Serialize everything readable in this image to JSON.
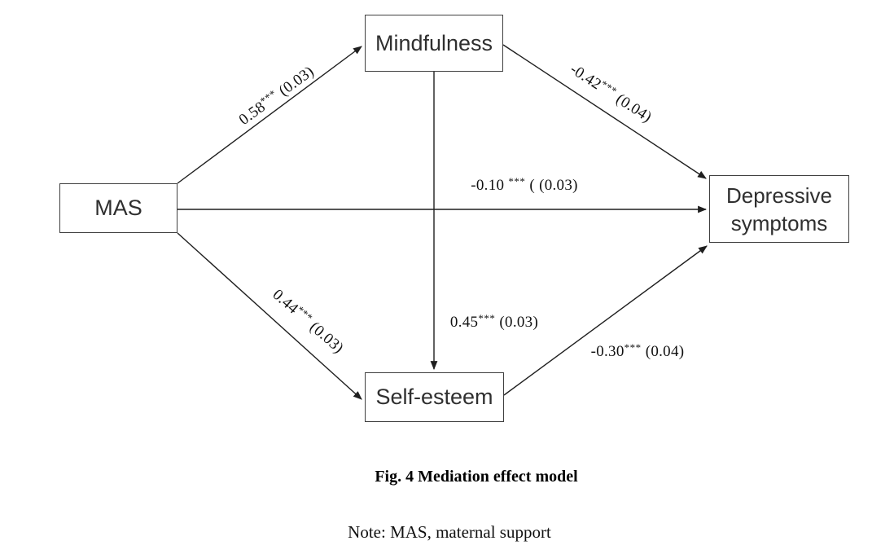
{
  "diagram": {
    "title": "Mediation effect model",
    "nodes": {
      "mas": {
        "label": "MAS"
      },
      "mindfulness": {
        "label": "Mindfulness"
      },
      "self_esteem": {
        "label": "Self-esteem"
      },
      "depressive_symptoms": {
        "label": "Depressive symptoms"
      }
    },
    "paths": {
      "mas_to_mindfulness": {
        "value": "0.58",
        "stars": "***",
        "se": " (0.03)"
      },
      "mindfulness_to_depressive": {
        "value": "-0.42",
        "stars": "***",
        "se": " (0.04)"
      },
      "mas_to_depressive": {
        "value": "-0.10 ",
        "stars": "***",
        "se": " ( (0.03)"
      },
      "mas_to_self_esteem": {
        "value": "0.44",
        "stars": "***",
        "se": " (0.03)"
      },
      "mindfulness_to_self_esteem": {
        "value": "0.45",
        "stars": "***",
        "se": " (0.03)"
      },
      "self_esteem_to_depressive": {
        "value": "-0.30",
        "stars": "***",
        "se": " (0.04)"
      }
    },
    "caption": "Fig. 4 Mediation effect model",
    "note": "Note: MAS, maternal support",
    "colors": {
      "background": "#ffffff",
      "line": "#1f1f1f",
      "box_border": "#3f3f3f",
      "box_text": "#2f2f2f",
      "coef_text": "#111111"
    }
  }
}
